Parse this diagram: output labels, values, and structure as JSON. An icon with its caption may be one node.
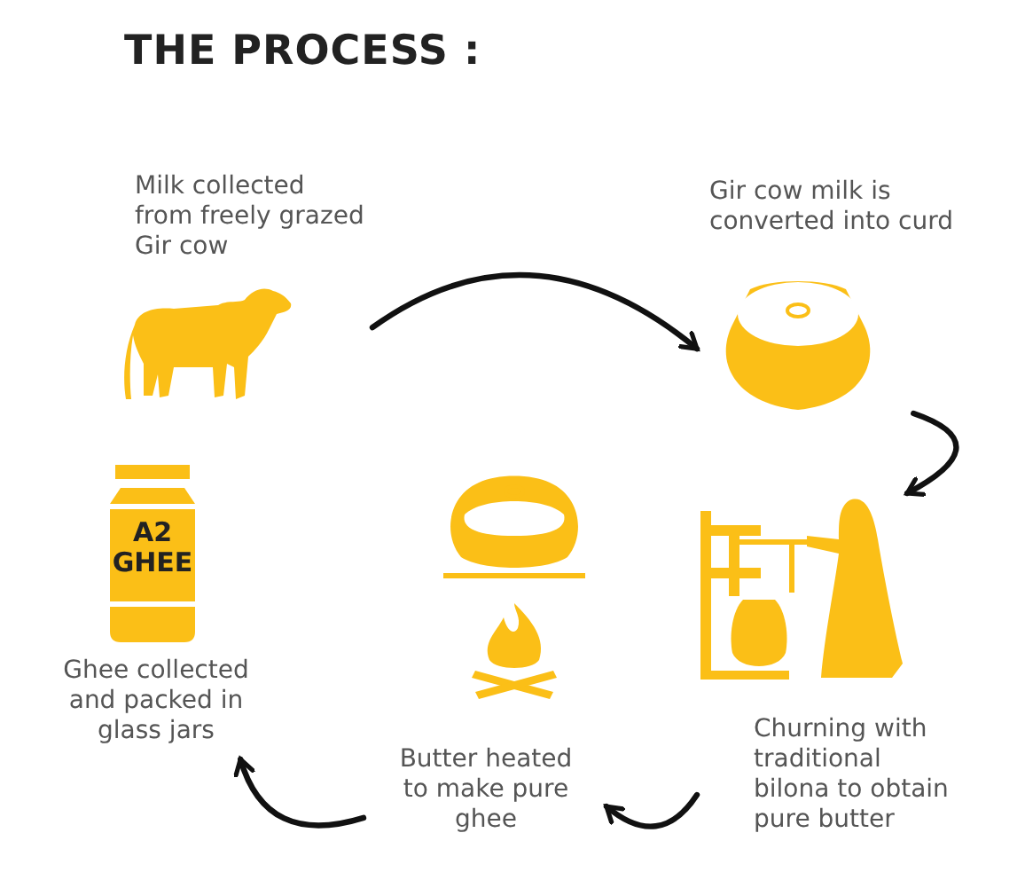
{
  "diagram": {
    "title": "THE PROCESS :",
    "nodes": [
      {
        "text": [
          "Milk collected from freely grazed Gir cow"
        ]
      },
      {
        "text": [
          "Gir cow milk is converted into curd"
        ]
      },
      {
        "text": [
          "Churning with traditional bilona to obtain pure butter"
        ]
      },
      {
        "text": [
          "Butter heated to make pure ghee"
        ]
      },
      {
        "text": [
          "Ghee collected and packed in glass jars"
        ]
      }
    ],
    "edges": [
      {
        "from": 0,
        "to": 1,
        "arrow": "to"
      },
      {
        "from": 1,
        "to": 2,
        "arrow": "to"
      },
      {
        "from": 2,
        "to": 3,
        "arrow": "to"
      },
      {
        "from": 3,
        "to": 4,
        "arrow": "to"
      }
    ],
    "labels": [
      "A2 GHEE"
    ]
  }
}
